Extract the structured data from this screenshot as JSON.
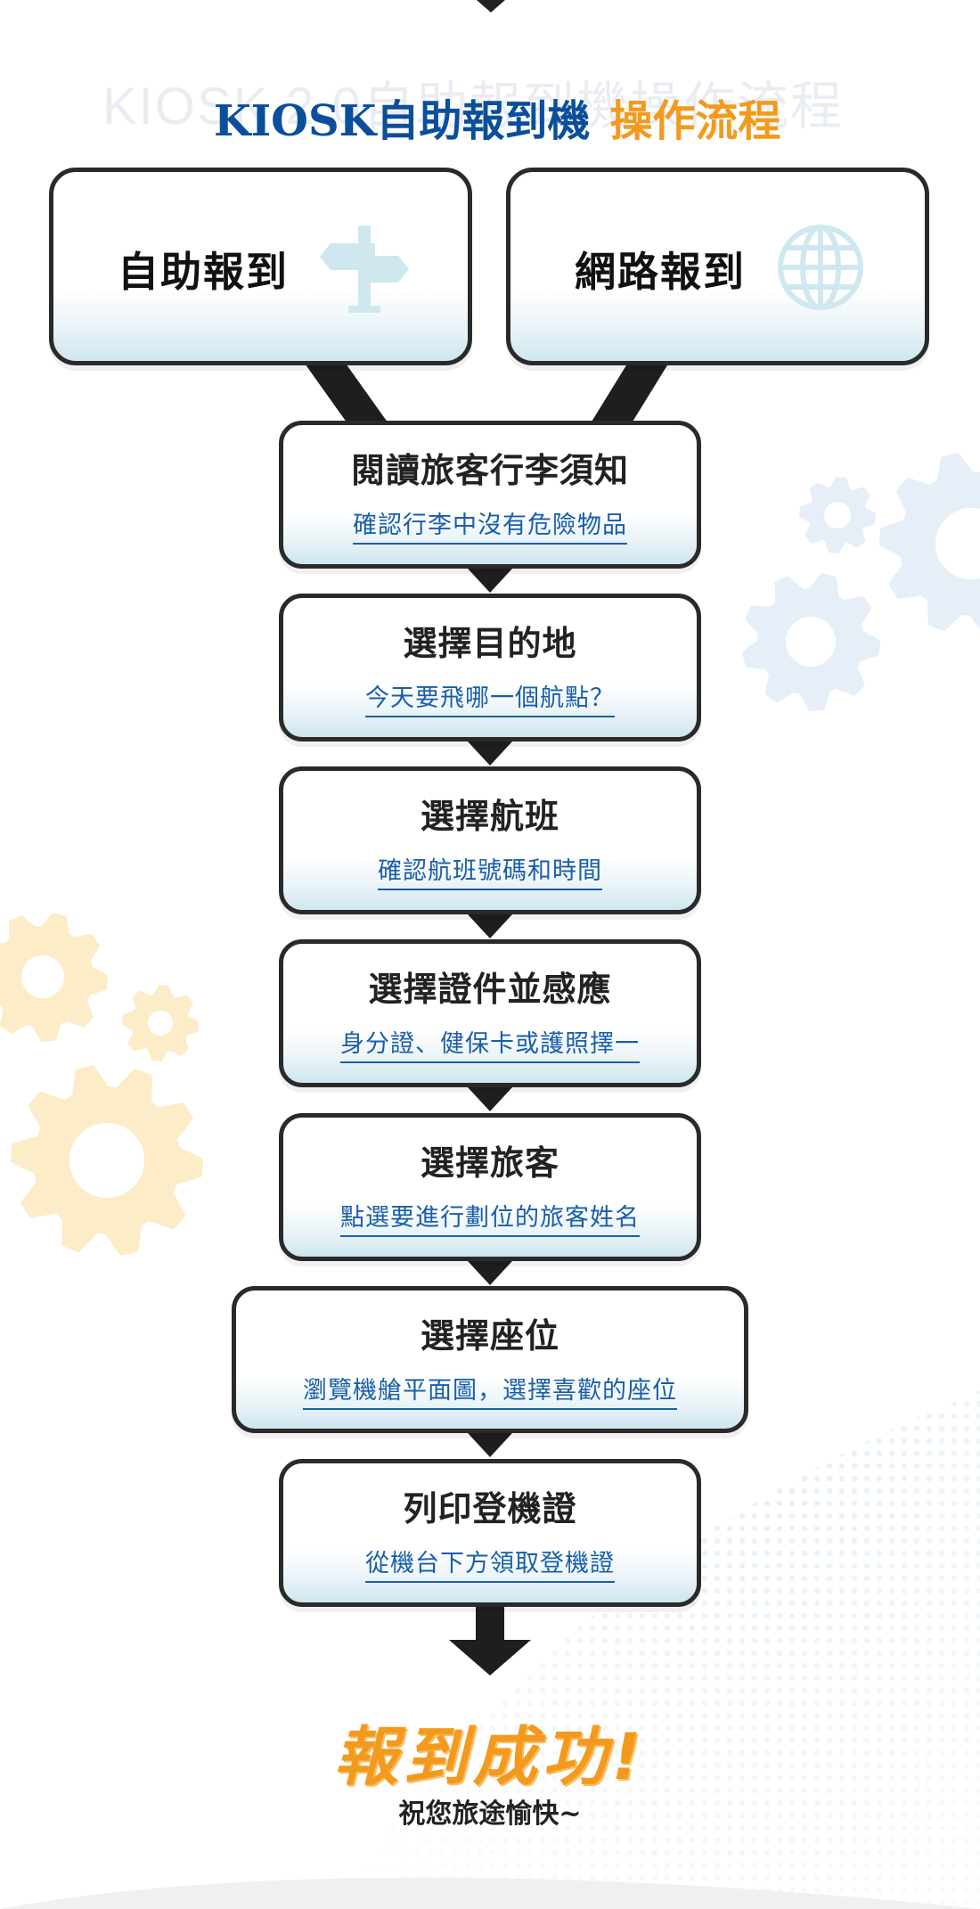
{
  "title": {
    "ghost": "KIOSK 2.0自助報到機操作流程",
    "main": "KIOSK自助報到機",
    "highlight": "操作流程"
  },
  "entries": [
    {
      "label": "自助報到",
      "icon": "signpost-icon"
    },
    {
      "label": "網路報到",
      "icon": "globe-icon"
    }
  ],
  "steps": [
    {
      "title": "閱讀旅客行李須知",
      "sub": "確認行李中沒有危險物品"
    },
    {
      "title": "選擇目的地",
      "sub": "今天要飛哪一個航點？"
    },
    {
      "title": "選擇航班",
      "sub": "確認航班號碼和時間"
    },
    {
      "title": "選擇證件並感應",
      "sub": "身分證、健保卡或護照擇一"
    },
    {
      "title": "選擇旅客",
      "sub": "點選要進行劃位的旅客姓名"
    },
    {
      "title": "選擇座位",
      "sub": "瀏覽機艙平面圖，選擇喜歡的座位"
    },
    {
      "title": "列印登機證",
      "sub": "從機台下方領取登機證"
    }
  ],
  "result": {
    "success": "報到成功!",
    "wish": "祝您旅途愉快~"
  },
  "colors": {
    "blue": "#0b4f9c",
    "orange": "#f39a1e",
    "link_blue": "#1a5ea8",
    "border": "#2a2a2a",
    "icon_tint": "#cfe8f0",
    "gear_blue": "#e6eef7",
    "gear_orange": "#fdecc8"
  }
}
